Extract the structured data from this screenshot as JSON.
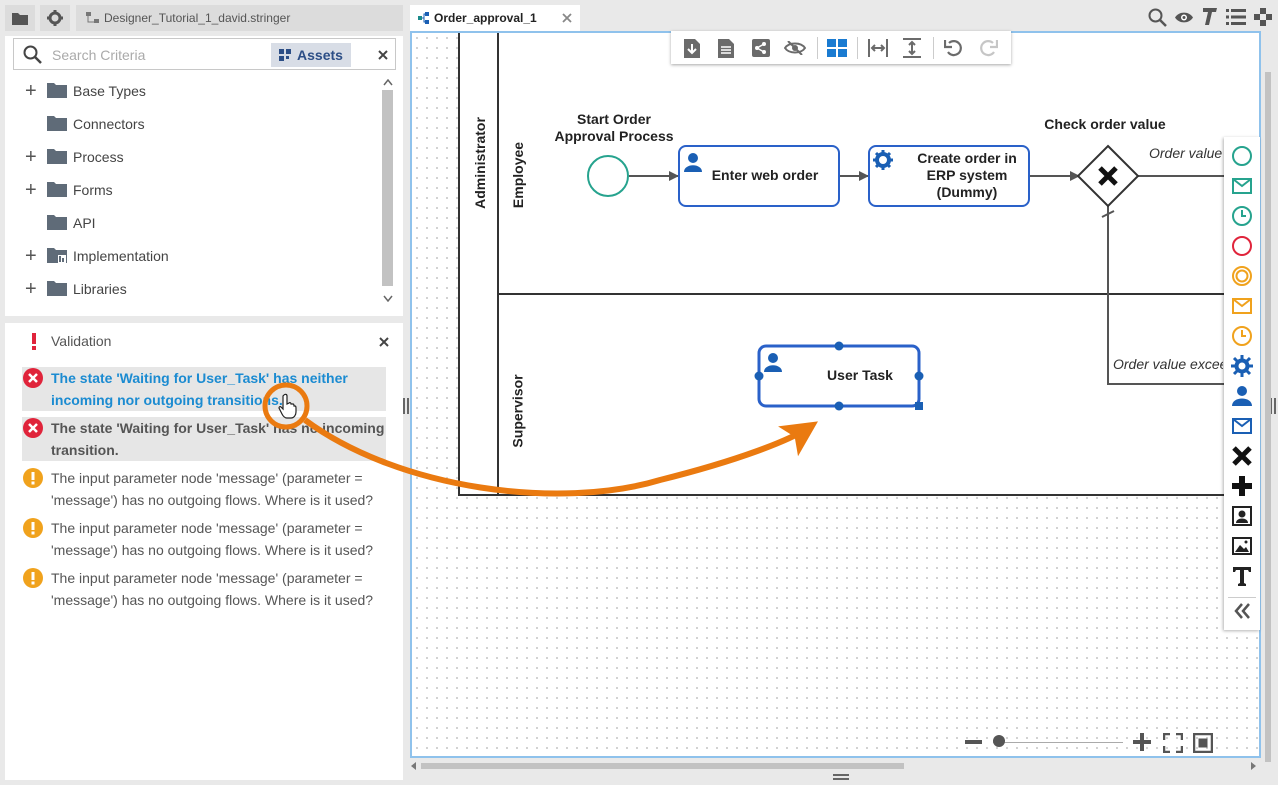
{
  "project_tab": {
    "label": "Designer_Tutorial_1_david.stringer"
  },
  "assets": {
    "search_placeholder": "Search Criteria",
    "assets_button": "Assets",
    "tree": [
      {
        "label": "Base Types",
        "expandable": true
      },
      {
        "label": "Connectors",
        "expandable": false
      },
      {
        "label": "Process",
        "expandable": true
      },
      {
        "label": "Forms",
        "expandable": true
      },
      {
        "label": "API",
        "expandable": false
      },
      {
        "label": "Implementation",
        "expandable": true
      },
      {
        "label": "Libraries",
        "expandable": true
      }
    ]
  },
  "validation": {
    "title": "Validation",
    "messages": [
      {
        "level": "error",
        "text": "The state 'Waiting for User_Task' has neither incoming nor outgoing transitions."
      },
      {
        "level": "error",
        "text": "The state 'Waiting for User_Task' has no incoming transition."
      },
      {
        "level": "warning",
        "text": "The input parameter node 'message' (parameter = 'message') has no outgoing flows. Where is it used?"
      },
      {
        "level": "warning",
        "text": "The input parameter node 'message' (parameter = 'message') has no outgoing flows. Where is it used?"
      },
      {
        "level": "warning",
        "text": "The input parameter node 'message' (parameter = 'message') has no outgoing flows. Where is it used?"
      }
    ]
  },
  "editor": {
    "tab_label": "Order_approval_1",
    "pool_label": "Administrator",
    "lanes": [
      "Employee",
      "Supervisor"
    ],
    "start_event_label": "Start Order Approval Process",
    "tasks": {
      "enter_web_order": "Enter web order",
      "create_order": "Create order in ERP system (Dummy)",
      "user_task": "User Task"
    },
    "gateway_label": "Check order value",
    "flow_labels": {
      "upper": "Order value i",
      "lower": "Order value exceed"
    }
  },
  "colors": {
    "accent_blue": "#1a5fb4",
    "task_border": "#2a61c9",
    "start_event": "#26a38e",
    "error": "#e0243b",
    "warning": "#f0a21d",
    "link_text": "#1b8bd1",
    "annotation_arrow": "#ea7a10"
  }
}
